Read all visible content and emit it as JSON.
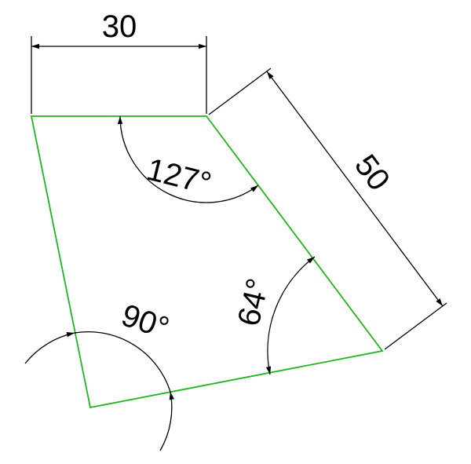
{
  "colors": {
    "shape_outline": "#1fb51f",
    "dimension_lines": "#000000",
    "background": "#ffffff"
  },
  "dimensions": {
    "top_length": "30",
    "slant_length": "50",
    "top_angle": "127°",
    "right_angle": "64°",
    "bottom_left_angle": "90°"
  }
}
